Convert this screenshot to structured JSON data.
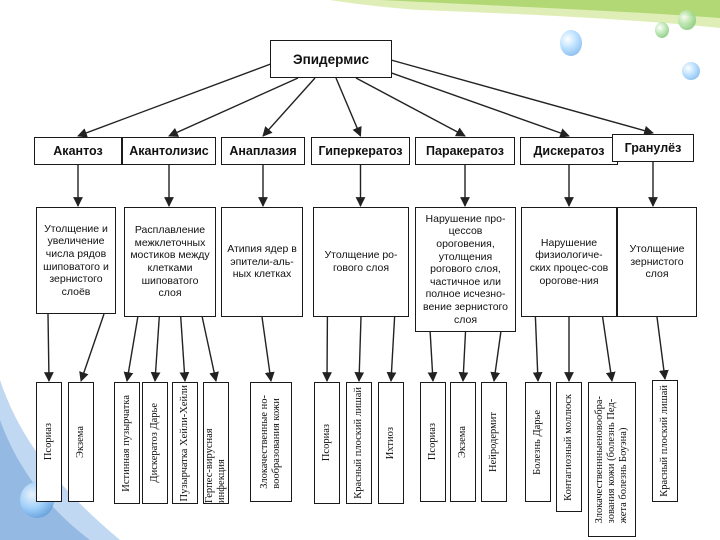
{
  "root": {
    "label": "Эпидермис"
  },
  "categories": [
    {
      "title": "Акантоз",
      "desc": "Утолщение и увеличение числа рядов шиповатого и зернистого слоёв",
      "leaves": [
        "Псориаз",
        "Экзема"
      ]
    },
    {
      "title": "Акантолизис",
      "desc": "Расплавление межклеточных мостиков между клетками шиповатого слоя",
      "leaves": [
        "Истинная пузырчатка",
        "Дискератоз Дарье",
        "Пузырчатка Хейли-Хейли",
        "Герпес-вирусная инфекция"
      ]
    },
    {
      "title": "Анаплазия",
      "desc": "Атипия ядер в эпители-аль-ных клетках",
      "leaves": [
        "Злокачественные но-\nвообразования кожи"
      ]
    },
    {
      "title": "Гиперкератоз",
      "desc": "Утолщение ро-гового слоя",
      "leaves": [
        "Псориаз",
        "Красный плоский лишай",
        "Ихтиоз"
      ]
    },
    {
      "title": "Паракератоз",
      "desc": "Нарушение про-цессов ороговения, утолщения рогового слоя, частичное или полное исчезно-вение зернистого слоя",
      "leaves": [
        "Псориаз",
        "Экзема",
        "Нейродермит"
      ]
    },
    {
      "title": "Дискератоз",
      "desc": "Нарушение физиологиче-ских процес-сов орогове-ния",
      "leaves": [
        "Болезнь Дарье",
        "Контагиозный моллюск",
        "Злокачественнныеновообра-\nзования кожи (болезнь Пед-\nжета болезнь Боуэна)"
      ]
    },
    {
      "title": "Гранулёз",
      "desc": "Утолщение зернистого слоя",
      "leaves": [
        "Красный плоский лишай"
      ]
    }
  ],
  "colors": {
    "accent": "#8dc63f",
    "accent_light": "#c5e07a",
    "water": "#4a90d9"
  }
}
